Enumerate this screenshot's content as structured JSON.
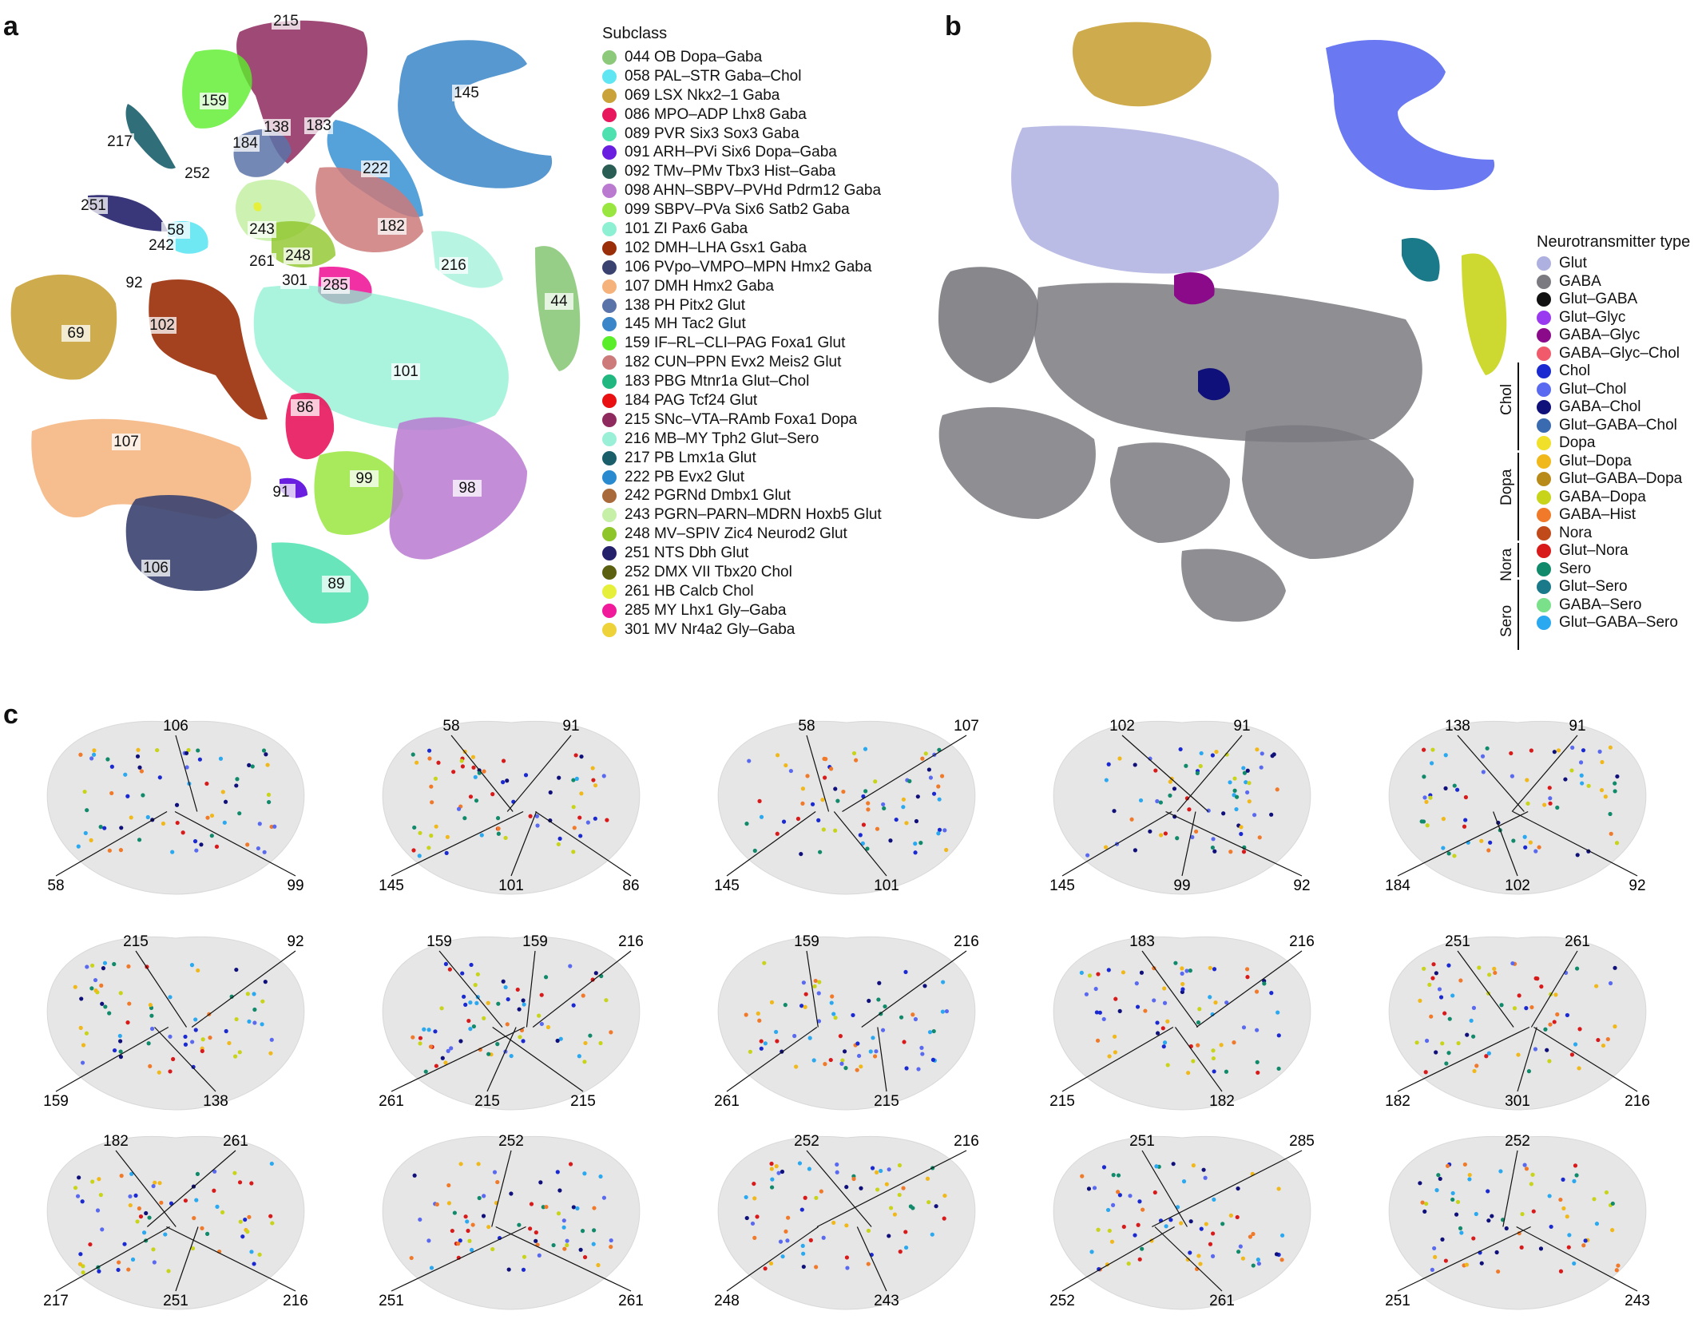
{
  "panels": {
    "a": "a",
    "b": "b",
    "c": "c"
  },
  "legend_subclass": {
    "title": "Subclass",
    "items": [
      {
        "label": "044 OB Dopa–Gaba",
        "color": "#8cc97a"
      },
      {
        "label": "058 PAL–STR Gaba–Chol",
        "color": "#5fe6f2"
      },
      {
        "label": "069 LSX Nkx2–1 Gaba",
        "color": "#c9a23a"
      },
      {
        "label": "086 MPO–ADP Lhx8 Gaba",
        "color": "#e8175d"
      },
      {
        "label": "089 PVR Six3 Sox3 Gaba",
        "color": "#4fe0b0"
      },
      {
        "label": "091 ARH–PVi Six6 Dopa–Gaba",
        "color": "#6a1ee0"
      },
      {
        "label": "092 TMv–PMv Tbx3 Hist–Gaba",
        "color": "#2a5e55"
      },
      {
        "label": "098 AHN–SBPV–PVHd Pdrm12 Gaba",
        "color": "#b97ad0"
      },
      {
        "label": "099 SBPV–PVa Six6 Satb2 Gaba",
        "color": "#9ae640"
      },
      {
        "label": "101 ZI Pax6 Gaba",
        "color": "#8ef0d2"
      },
      {
        "label": "102 DMH–LHA Gsx1 Gaba",
        "color": "#9a2e08"
      },
      {
        "label": "106 PVpo–VMPO–MPN Hmx2 Gaba",
        "color": "#3a4270"
      },
      {
        "label": "107 DMH Hmx2 Gaba",
        "color": "#f5b27a"
      },
      {
        "label": "138 PH Pitx2 Glut",
        "color": "#5a73a8"
      },
      {
        "label": "145 MH Tac2 Glut",
        "color": "#3a86c8"
      },
      {
        "label": "159 IF–RL–CLI–PAG Foxa1 Glut",
        "color": "#5aee2a"
      },
      {
        "label": "182 CUN–PPN Evx2 Meis2 Glut",
        "color": "#cc7a7a"
      },
      {
        "label": "183 PBG Mtnr1a Glut–Chol",
        "color": "#20b880"
      },
      {
        "label": "184 PAG Tcf24 Glut",
        "color": "#e81010"
      },
      {
        "label": "215 SNc–VTA–RAmb Foxa1 Dopa",
        "color": "#8e2a5e"
      },
      {
        "label": "216 MB–MY Tph2 Glut–Sero",
        "color": "#9af0d6"
      },
      {
        "label": "217 PB Lmx1a Glut",
        "color": "#1a5e6a"
      },
      {
        "label": "222 PB Evx2 Glut",
        "color": "#2a8ad0"
      },
      {
        "label": "242 PGRNd Dmbx1 Glut",
        "color": "#a86a3a"
      },
      {
        "label": "243 PGRN–PARN–MDRN Hoxb5 Glut",
        "color": "#c6f0a8"
      },
      {
        "label": "248 MV–SPIV Zic4 Neurod2 Glut",
        "color": "#8ec62a"
      },
      {
        "label": "251 NTS Dbh Glut",
        "color": "#24206a"
      },
      {
        "label": "252 DMX VII Tbx20 Chol",
        "color": "#5a6010"
      },
      {
        "label": "261 HB Calcb Chol",
        "color": "#e6f03a"
      },
      {
        "label": "285 MY Lhx1 Gly–Gaba",
        "color": "#f01a9a"
      },
      {
        "label": "301 MV Nr4a2 Gly–Gaba",
        "color": "#eed23a"
      }
    ]
  },
  "legend_nt": {
    "title": "Neurotransmitter type",
    "items": [
      {
        "label": "Glut",
        "color": "#aeb0e0"
      },
      {
        "label": "GABA",
        "color": "#7a7a80"
      },
      {
        "label": "Glut–GABA",
        "color": "#111111"
      },
      {
        "label": "Glut–Glyc",
        "color": "#9a3af0"
      },
      {
        "label": "GABA–Glyc",
        "color": "#8a0a8a"
      },
      {
        "label": "GABA–Glyc–Chol",
        "color": "#f05a6a"
      },
      {
        "label": "Chol",
        "color": "#1a2ad0"
      },
      {
        "label": "Glut–Chol",
        "color": "#5a6af0"
      },
      {
        "label": "GABA–Chol",
        "color": "#10107a"
      },
      {
        "label": "Glut–GABA–Chol",
        "color": "#3a6ab0"
      },
      {
        "label": "Dopa",
        "color": "#f0e02a"
      },
      {
        "label": "Glut–Dopa",
        "color": "#f0b81a"
      },
      {
        "label": "Glut–GABA–Dopa",
        "color": "#b88a1a"
      },
      {
        "label": "GABA–Dopa",
        "color": "#c8d41a"
      },
      {
        "label": "GABA–Hist",
        "color": "#f07a2a"
      },
      {
        "label": "Nora",
        "color": "#c04a1a"
      },
      {
        "label": "Glut–Nora",
        "color": "#d81a1a"
      },
      {
        "label": "Sero",
        "color": "#108a6a"
      },
      {
        "label": "Glut–Sero",
        "color": "#1a7a8a"
      },
      {
        "label": "GABA–Sero",
        "color": "#7ae08a"
      },
      {
        "label": "Glut–GABA–Sero",
        "color": "#2aa8f0"
      }
    ],
    "groups": [
      "Chol",
      "Dopa",
      "Nora",
      "Sero"
    ]
  },
  "umap_a_labels": [
    "215",
    "159",
    "145",
    "217",
    "138",
    "183",
    "184",
    "252",
    "222",
    "251",
    "243",
    "182",
    "58",
    "242",
    "248",
    "261",
    "216",
    "92",
    "301",
    "285",
    "44",
    "69",
    "102",
    "101",
    "86",
    "107",
    "91",
    "99",
    "98",
    "106",
    "89"
  ],
  "sections_row1": [
    [
      "58",
      "106",
      "99"
    ],
    [
      "145",
      "58",
      "101",
      "91",
      "86"
    ],
    [
      "145",
      "58",
      "101",
      "107"
    ],
    [
      "145",
      "102",
      "99",
      "91",
      "92"
    ],
    [
      "184",
      "138",
      "102",
      "91",
      "92"
    ]
  ],
  "sections_row2": [
    [
      "159",
      "215",
      "138",
      "92"
    ],
    [
      "261",
      "159",
      "215",
      "159",
      "215",
      "216"
    ],
    [
      "261",
      "159",
      "215",
      "216"
    ],
    [
      "215",
      "183",
      "182",
      "216"
    ],
    [
      "182",
      "251",
      "301",
      "261",
      "216"
    ]
  ],
  "sections_row3": [
    [
      "217",
      "182",
      "251",
      "261",
      "216"
    ],
    [
      "251",
      "252",
      "261"
    ],
    [
      "248",
      "252",
      "243",
      "216"
    ],
    [
      "252",
      "251",
      "261",
      "285"
    ],
    [
      "251",
      "252",
      "243"
    ]
  ]
}
